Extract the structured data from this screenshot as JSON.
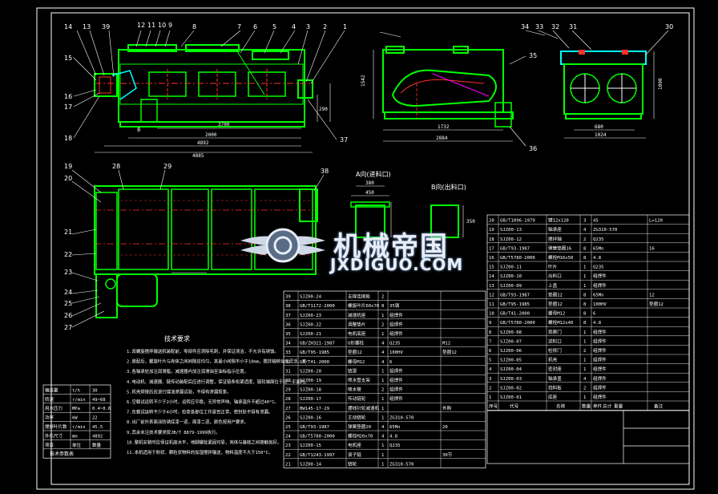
{
  "views": {
    "front_callouts": [
      "14",
      "13",
      "39",
      "12",
      "11",
      "10",
      "9",
      "8",
      "7",
      "6",
      "5",
      "4",
      "3",
      "2",
      "1",
      "15",
      "16",
      "17",
      "18",
      "37"
    ],
    "front_dims": [
      "3700",
      "2000",
      "4892",
      "4885",
      "290",
      "8"
    ],
    "side_callouts": [
      "34",
      "33",
      "32",
      "31",
      "30",
      "35",
      "36"
    ],
    "side_dims": [
      "1732",
      "2884",
      "1542",
      "680",
      "1024",
      "1090"
    ],
    "plan_callouts": [
      "19",
      "20",
      "28",
      "29",
      "38",
      "21",
      "22",
      "23",
      "24",
      "25",
      "26",
      "27"
    ],
    "view_a_title": "A向(进料口)",
    "view_a_dims": [
      "380",
      "450"
    ],
    "view_b_title": "B向(出料口)",
    "view_b_dims": [
      "350"
    ]
  },
  "tech_requirements": {
    "title": "技术要求",
    "lines": [
      "1.双螺旋搅拌输送机装配前，零部件应清除毛刺，并保证清洁，不允许有锈蚀。",
      "2.装配后，螺旋叶片与壳体之间间隙应均匀，其最小间隙不小于10mm，搅拌轴转动应灵活、平稳、无卡阻现象。",
      "3.各轴承处加注润滑脂，减速器内加注润滑油至油标指示位置。",
      "4.电动机、减速器、链传动装配后应进行调整，保证链条松紧适度，链轮端面位于同一平面内。",
      "5.机壳焊接后应进行煤油渗漏试验，不得有渗漏现象。",
      "6.空载试运转不少于2小时，运转应平稳，无异常声响，轴承温升不超过40°C。",
      "7.负载试运转不少于4小时，检查各部位工作是否正常，密封处不得有泄漏。",
      "8.出厂前外表面涂防锈底漆一道，面漆二道，颜色按用户要求。",
      "9.其余未注技术要求按JB/T 8879-1999执行。",
      "10.整机安装时应保证机座水平，地脚螺栓紧固可靠，壳体与基础之间接触良好。",
      "11.本机适用于粉状、颗粒状物料的加湿搅拌输送，物料温度不大于150°C。"
    ]
  },
  "spec_table": {
    "rows": [
      {
        "name": "输送量",
        "unit": "t/h",
        "value": "30"
      },
      {
        "name": "转速",
        "unit": "r/min",
        "value": "49~68"
      },
      {
        "name": "用水压力",
        "unit": "MPa",
        "value": "0.4~0.6"
      },
      {
        "name": "功率",
        "unit": "kW",
        "value": "22"
      },
      {
        "name": "搅拌叶片数",
        "unit": "r/min",
        "value": "45.5"
      },
      {
        "name": "外形尺寸",
        "unit": "mm",
        "value": "4892"
      }
    ],
    "footer_left": "项目",
    "footer_mid": "单位",
    "footer_right": "数量",
    "caption": "技术参数表"
  },
  "bom_mid": [
    [
      "39",
      "SJZ00-24",
      "支撑连接板",
      "2",
      "",
      "",
      ""
    ],
    [
      "38",
      "GB/T1172-2000",
      "螺旋叶片60x70",
      "8",
      "",
      "35钢",
      "",
      ""
    ],
    [
      "37",
      "SJZ00-23",
      "减速机座",
      "1",
      "",
      "组焊件",
      ""
    ],
    [
      "36",
      "SJZ00-22",
      "调整垫片",
      "2",
      "",
      "组焊件",
      ""
    ],
    [
      "35",
      "SJZ00-21",
      "电机底座",
      "1",
      "",
      "组焊件",
      ""
    ],
    [
      "34",
      "GB/ZH321-1987",
      "U形螺栓",
      "4",
      "",
      "Q235",
      "M12"
    ],
    [
      "33",
      "GB/T95-1985",
      "垫圈12",
      "4",
      "",
      "100HV",
      "垫圈12"
    ],
    [
      "32",
      "GB/T41-2000",
      "螺母M12",
      "4",
      "",
      "6",
      "",
      ""
    ],
    [
      "31",
      "SJZ00-20",
      "链罩",
      "1",
      "",
      "组焊件",
      ""
    ],
    [
      "30",
      "SJZ00-19",
      "喷水管支架",
      "1",
      "",
      "组焊件",
      ""
    ],
    [
      "29",
      "SJZ00-18",
      "喷水管",
      "2",
      "",
      "组焊件",
      ""
    ],
    [
      "28",
      "SJZ00-17",
      "传动链轮",
      "1",
      "",
      "组焊件",
      ""
    ],
    [
      "27",
      "BW145-17-29",
      "摆线针轮减速机",
      "1",
      "",
      "",
      "外购",
      ""
    ],
    [
      "26",
      "SJZ00-16",
      "主动链轮",
      "1",
      "",
      "ZG310-570",
      ""
    ],
    [
      "25",
      "GB/T93-1987",
      "弹簧垫圈20",
      "4",
      "",
      "65Mn",
      "20"
    ],
    [
      "24",
      "GB/T5780-2000",
      "螺栓M20x70",
      "4",
      "",
      "4.8",
      "",
      ""
    ],
    [
      "23",
      "SJZ00-15",
      "电机座",
      "1",
      "",
      "Q235",
      ""
    ],
    [
      "22",
      "GB/T1243-1997",
      "滚子链",
      "1",
      "",
      "",
      "30节"
    ],
    [
      "21",
      "SJZ00-14",
      "链轮",
      "1",
      "",
      "ZG310-570",
      ""
    ]
  ],
  "bom_right": [
    [
      "20",
      "GB/T1096-1979",
      "键12x120",
      "3",
      "",
      "45",
      "L=120"
    ],
    [
      "19",
      "SJZ00-13",
      "轴承座",
      "4",
      "",
      "ZG310-570",
      ""
    ],
    [
      "18",
      "SJZ00-12",
      "搅拌轴",
      "2",
      "",
      "Q235",
      ""
    ],
    [
      "17",
      "GB/T93-1987",
      "弹簧垫圈16",
      "8",
      "",
      "65Mn",
      "16"
    ],
    [
      "16",
      "GB/T5780-2000",
      "螺栓M16x50",
      "8",
      "",
      "4.8",
      ""
    ],
    [
      "15",
      "SJZ00-11",
      "叶片",
      "1",
      "",
      "Q235",
      ""
    ],
    [
      "14",
      "SJZ00-10",
      "出料口",
      "1",
      "",
      "组焊件",
      ""
    ],
    [
      "13",
      "SJZ00-09",
      "上盖",
      "1",
      "",
      "组焊件",
      ""
    ],
    [
      "12",
      "GB/T93-1987",
      "垫圈12",
      "8",
      "",
      "65Mn",
      "12"
    ],
    [
      "11",
      "GB/T95-1985",
      "垫圈12",
      "8",
      "",
      "100HV",
      "垫圈12"
    ],
    [
      "10",
      "GB/T41-2000",
      "螺母M12",
      "8",
      "",
      "6",
      ""
    ],
    [
      "9",
      "GB/T5780-2000",
      "螺栓M12x40",
      "8",
      "",
      "4.8",
      ""
    ],
    [
      "8",
      "SJZ00-08",
      "观察门",
      "1",
      "",
      "组焊件",
      ""
    ],
    [
      "7",
      "SJZ00-07",
      "进料口",
      "1",
      "",
      "组焊件",
      ""
    ],
    [
      "6",
      "SJZ00-06",
      "检修门",
      "2",
      "",
      "组焊件",
      ""
    ],
    [
      "5",
      "SJZ00-05",
      "机壳",
      "1",
      "",
      "组焊件",
      ""
    ],
    [
      "4",
      "SJZ00-04",
      "密封座",
      "1",
      "",
      "组焊件",
      ""
    ],
    [
      "3",
      "SJZ00-03",
      "轴承盖",
      "4",
      "",
      "组焊件",
      ""
    ],
    [
      "2",
      "SJZ00-02",
      "挡料板",
      "2",
      "",
      "组焊件",
      ""
    ],
    [
      "1",
      "SJZ00-01",
      "底座",
      "1",
      "",
      "组焊件",
      ""
    ]
  ],
  "bom_header": [
    "序号",
    "代号",
    "名称",
    "数量",
    "单件",
    "总计",
    "备注"
  ],
  "bom_header_extra": "重量",
  "watermark": {
    "cn": "机械帝国",
    "en": "JXDIGUO.COM"
  },
  "colors": {
    "outline": "#00ff00",
    "hidden": "#ff3030",
    "dim": "#ffffff",
    "hatch": "#ff00ff",
    "background": "#000000"
  }
}
